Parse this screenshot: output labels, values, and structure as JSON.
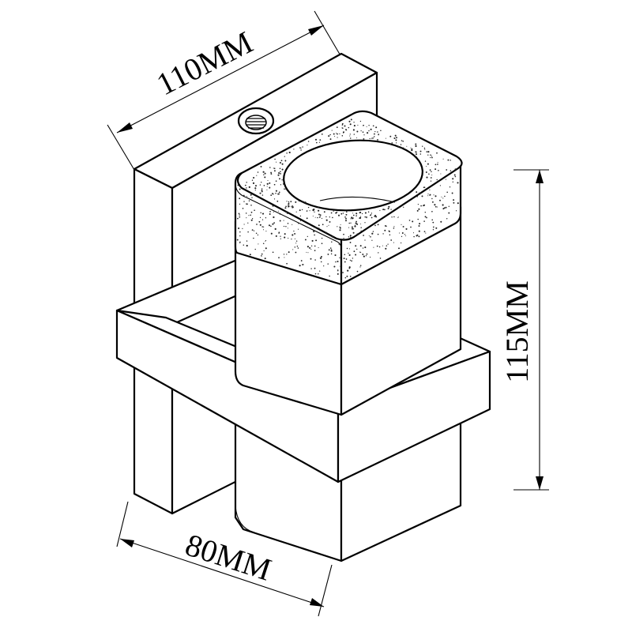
{
  "dimensions": {
    "width_label": "110MM",
    "depth_label": "80MM",
    "height_label": "115MM"
  },
  "colors": {
    "line": "#000000",
    "background": "#ffffff"
  }
}
